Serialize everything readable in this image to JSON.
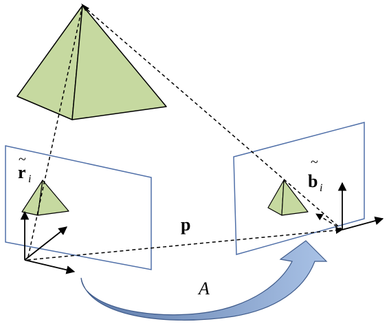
{
  "labels": {
    "r_main": "r",
    "r_accent": "~",
    "r_sub": "i",
    "b_main": "b",
    "b_accent": "~",
    "b_sub": "i",
    "p": "p",
    "A": "A"
  },
  "colors": {
    "pyramid_fill": "#c6d9a0",
    "pyramid_stroke": "#000000",
    "frame_stroke": "#4f6fa8",
    "arrow_dark": "#5c79a8",
    "arrow_light": "#a9c2e6",
    "line": "#000000"
  }
}
